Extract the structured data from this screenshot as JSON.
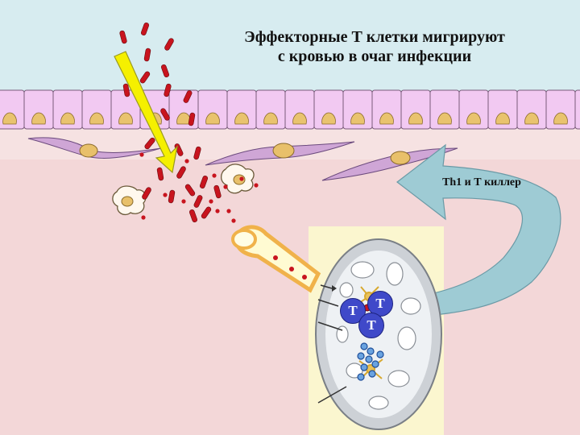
{
  "title": {
    "line1": "Эффекторные Т клетки мигрируют",
    "line2": "с кровью в очаг инфекции"
  },
  "arrow_label": "Th1 и Т киллер",
  "t_cells": [
    "Т",
    "Т",
    "Т"
  ],
  "colors": {
    "sky": "#d7ecf0",
    "epithelium": "#f2c9f2",
    "tissue": "#f3d7d8",
    "bacteria": "#c8141e",
    "lightning": "#f5f000",
    "t_cell": "#3f49c9",
    "curved_arrow": "#9ecbd4",
    "lymph_node_bg": "#fbf6cf"
  }
}
